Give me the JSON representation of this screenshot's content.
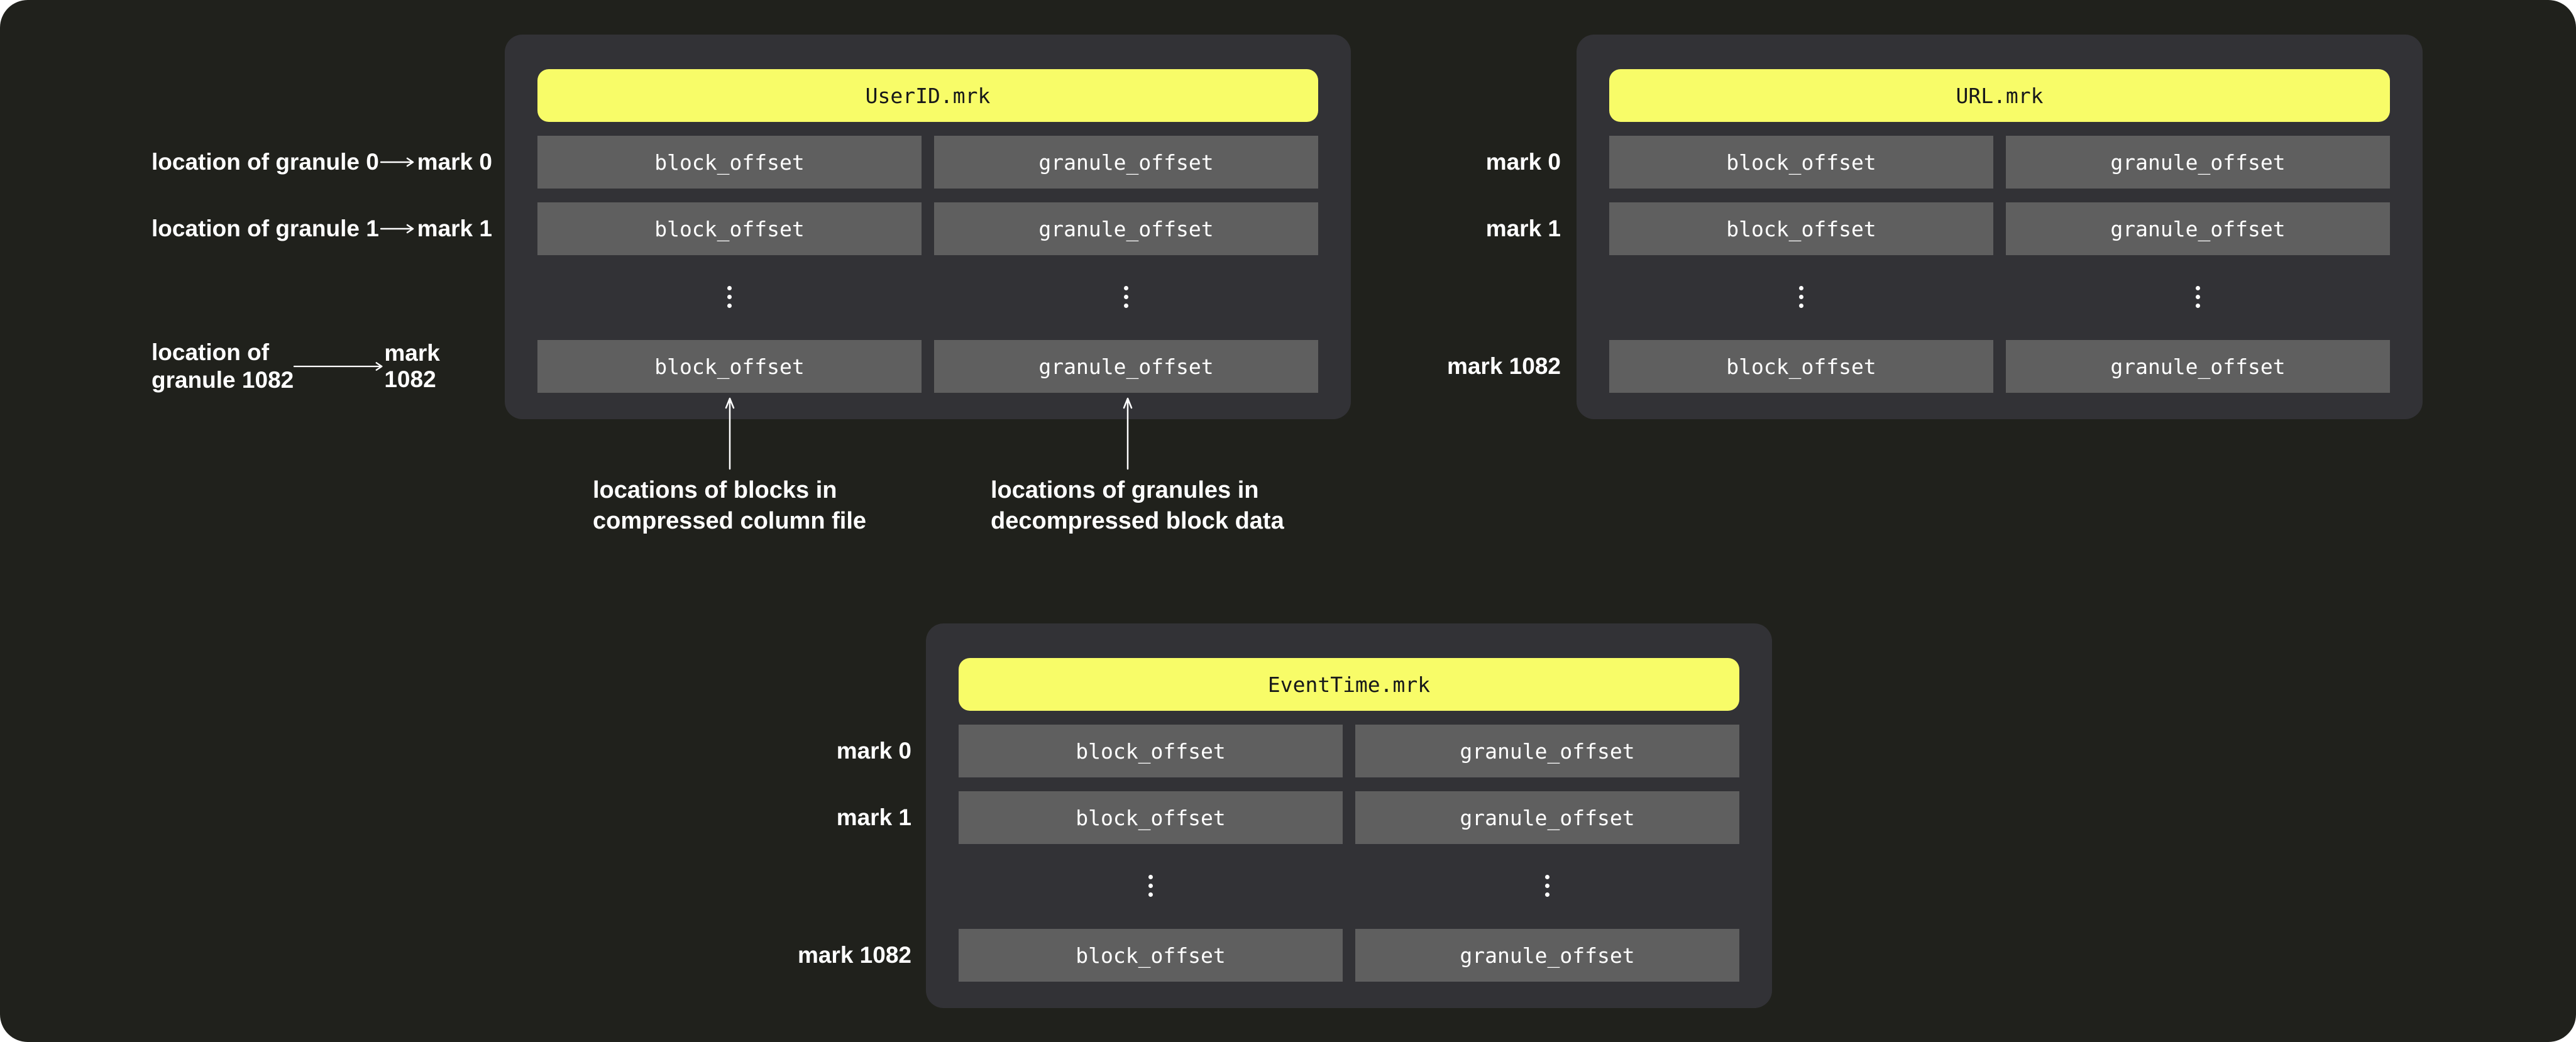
{
  "colors": {
    "canvas_background": "#20211c",
    "panel_background": "#323236",
    "cell_background": "#5f5f5f",
    "accent_yellow": "#f8fc68",
    "text_light": "#ffffff",
    "text_dark": "#17181a"
  },
  "panels": {
    "userid": {
      "title": "UserID.mrk",
      "rows": [
        [
          "block_offset",
          "granule_offset"
        ],
        [
          "block_offset",
          "granule_offset"
        ],
        [
          "block_offset",
          "granule_offset"
        ]
      ]
    },
    "url": {
      "title": "URL.mrk",
      "rows": [
        [
          "block_offset",
          "granule_offset"
        ],
        [
          "block_offset",
          "granule_offset"
        ],
        [
          "block_offset",
          "granule_offset"
        ]
      ]
    },
    "eventtime": {
      "title": "EventTime.mrk",
      "rows": [
        [
          "block_offset",
          "granule_offset"
        ],
        [
          "block_offset",
          "granule_offset"
        ],
        [
          "block_offset",
          "granule_offset"
        ]
      ]
    }
  },
  "left_annotations": {
    "row0": {
      "label": "location of granule 0",
      "mark": "mark 0"
    },
    "row1": {
      "label": "location of granule 1",
      "mark": "mark 1"
    },
    "row2": {
      "label_line1": "location of",
      "label_line2": "granule 1082",
      "mark": "mark 1082"
    }
  },
  "url_marks": {
    "row0": "mark 0",
    "row1": "mark 1",
    "row2": "mark 1082"
  },
  "eventtime_marks": {
    "row0": "mark 0",
    "row1": "mark 1",
    "row2": "mark 1082"
  },
  "bottom_annotations": {
    "blocks": {
      "line1": "locations of blocks in",
      "line2": "compressed column file"
    },
    "granules": {
      "line1": "locations of granules in",
      "line2": "decompressed block data"
    }
  },
  "vertical_ellipsis": "⋮"
}
